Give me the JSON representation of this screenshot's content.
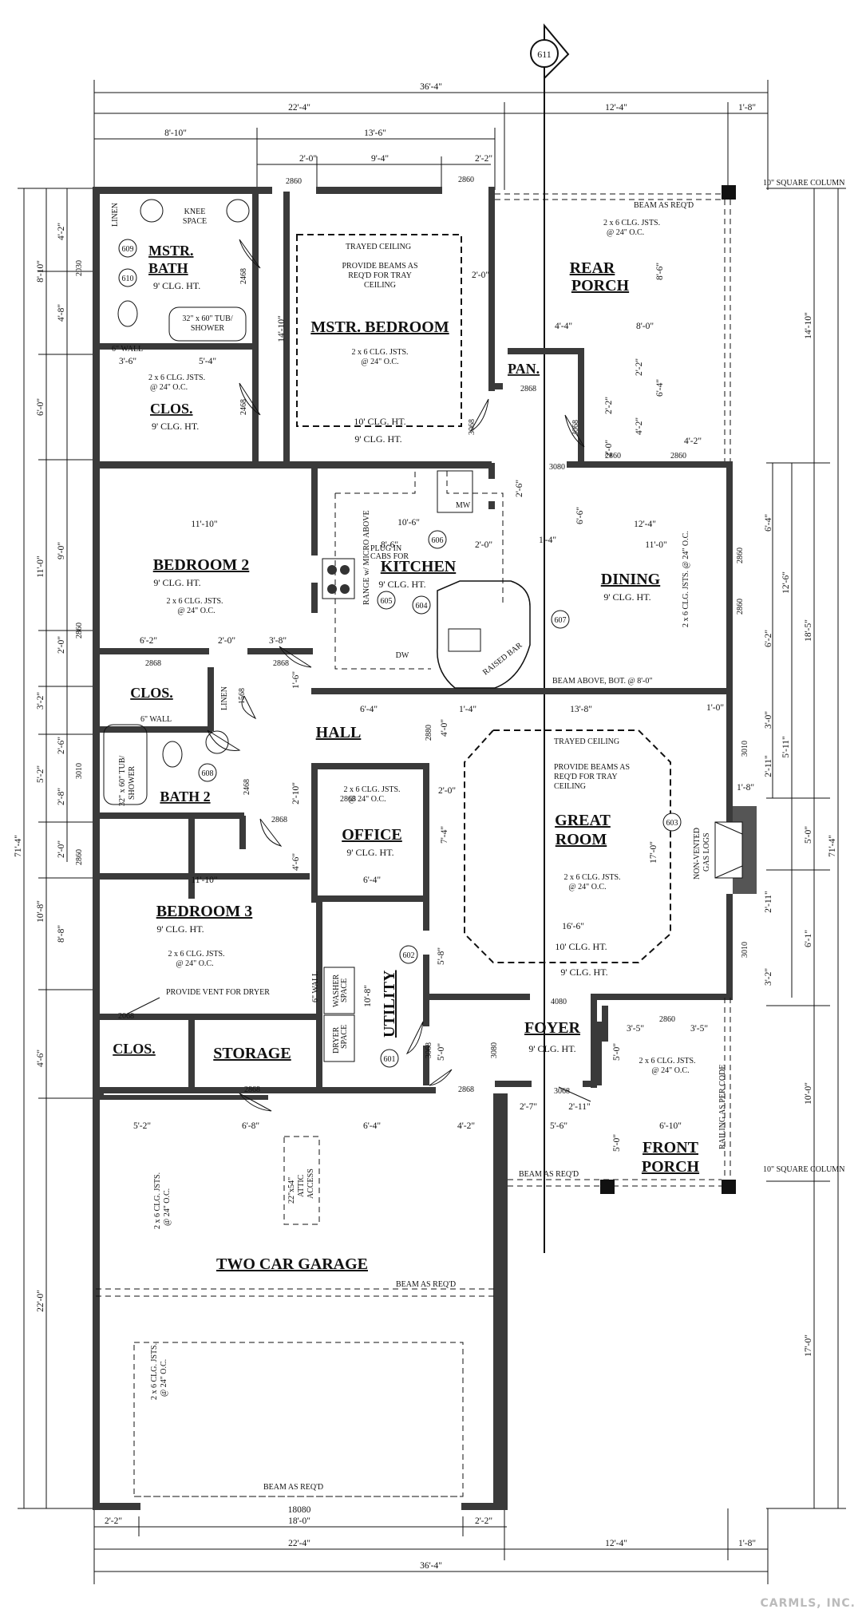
{
  "sheet": {
    "north_marker": "611",
    "watermark": "CARMLS, INC."
  },
  "column_notes": {
    "top": "10\" SQUARE COLUMN",
    "bottom": "10\" SQUARE COLUMN"
  },
  "dimensions": {
    "top_overall": "36'-4\"",
    "top_row2": [
      "22'-4\"",
      "12'-4\"",
      "1'-8\""
    ],
    "top_row3": [
      "8'-10\"",
      "13'-6\""
    ],
    "top_row4": [
      "2'-0\"",
      "9'-4\"",
      "2'-2\""
    ],
    "bottom_overall": "36'-4\"",
    "bottom_row2": [
      "22'-4\"",
      "12'-4\"",
      "1'-8\""
    ],
    "bottom_row1": [
      "2'-2\"",
      "18'-0\"",
      "2'-2\""
    ],
    "bottom_door": "18080",
    "left_overall": "71'-4\"",
    "left_outer": [
      "8'-10\"",
      "6'-0\"",
      "11'-0\"",
      "3'-2\"",
      "5'-2\"",
      "10'-8\"",
      "4'-6\"",
      "22'-0\""
    ],
    "left_inner": [
      "4'-2\"",
      "4'-8\"",
      "9'-0\"",
      "2'-0\"",
      "2'-6\"",
      "2'-8\"",
      "2'-0\"",
      "8'-8\""
    ],
    "right_overall": "71'-4\"",
    "right_outer": [
      "14'-10\"",
      "18'-5\"",
      "5'-0\"",
      "6'-1\"",
      "10'-0\"",
      "17'-0\""
    ],
    "right_inner": [
      "6'-4\"",
      "12'-6\"",
      "6'-2\"",
      "3'-0\"",
      "5'-11\"",
      "2'-11\"",
      "2'-11\"",
      "3'-2\""
    ],
    "interior": {
      "mbath_3_6": "3'-6\"",
      "mbath_5_4": "5'-4\"",
      "mbed_14_10": "14'-10\"",
      "mbed_2_0": "2'-0\"",
      "porch_8_6": "8'-6\"",
      "porch_4_4": "4'-4\"",
      "porch_8_0": "8'-0\"",
      "porch_2_2": "2'-2\"",
      "porch_6_4": "6'-4\"",
      "porch_2_2b": "2'-2\"",
      "porch_4_2": "4'-2\"",
      "porch_2_0": "2'-0\"",
      "porch_4_2b": "4'-2\"",
      "bed2_11_10": "11'-10\"",
      "kit_10_6": "10'-6\"",
      "kit_2_6": "2'-6\"",
      "kit_6_6": "6'-6\"",
      "kit_8_6": "8'-6\"",
      "kit_2_0": "2'-0\"",
      "kit_1_4": "1'-4\"",
      "din_12_4": "12'-4\"",
      "din_11_0": "11'-0\"",
      "bed2_6_2": "6'-2\"",
      "bed2_2_0": "2'-0\"",
      "bed2_3_8": "3'-8\"",
      "hall_1_6": "1'-6\"",
      "hall_6_4": "6'-4\"",
      "hall_1_4": "1'-4\"",
      "hall_13_8": "13'-8\"",
      "hall_1_0": "1'-0\"",
      "hall_4_0": "4'-0\"",
      "hall_2_10": "2'-10\"",
      "hall_2_0": "2'-0\"",
      "office_4_6": "4'-6\"",
      "office_7_4": "7'-4\"",
      "office_6_4": "6'-4\"",
      "gr_17_0": "17'-0\"",
      "gr_16_6": "16'-6\"",
      "gr_1_8": "1'-8\"",
      "bed3_11_10": "11'-10\"",
      "util_10_8": "10'-8\"",
      "util_5_8": "5'-8\"",
      "foy_5_0": "5'-0\"",
      "foy_3_5a": "3'-5\"",
      "foy_3_5b": "3'-5\"",
      "foy_5_0b": "5'-0\"",
      "foy_2_7": "2'-7\"",
      "foy_2_11": "2'-11\"",
      "foy_5_6": "5'-6\"",
      "foy_6_10": "6'-10\"",
      "fp_5_0": "5'-0\"",
      "gar_5_2": "5'-2\"",
      "gar_6_8": "6'-8\"",
      "gar_6_4": "6'-4\"",
      "gar_4_2": "4'-2\""
    }
  },
  "door_tags": {
    "d2860_top_a": "2860",
    "d2860_top_b": "2860",
    "d2030": "2030",
    "d2468_mbath": "2468",
    "d2468_clos": "2468",
    "d2868_pan": "2868",
    "d3068_pan": "3068",
    "d3068_porch": "3068",
    "d3080_porch": "3080",
    "d2860_porch_a": "2860",
    "d2860_porch_b": "2860",
    "d2860_left_a": "2860",
    "d2860_din_a": "2860",
    "d2860_din_b": "2860",
    "d2868_bed2": "2868",
    "d2868_hall": "2868",
    "d1568": "1568",
    "d2880": "2880",
    "d3010_l": "3010",
    "d2468_bath2": "2468",
    "d2868_bath2": "2868",
    "d2868_office": "2868",
    "d3010_r": "3010",
    "d3010_r2": "3010",
    "d2860_left_b": "2860",
    "d4080": "4080",
    "d2860_foyer": "2860",
    "d2068": "2068",
    "d3068_util": "3068",
    "d3080_foy": "3080",
    "d2868_gar": "2868",
    "d2868_util": "2868",
    "d3068_front": "3068"
  },
  "rooms": {
    "mstr_bath": {
      "title": "MSTR.",
      "title2": "BATH",
      "ceiling": "9' CLG. HT."
    },
    "linen_top": "LINEN",
    "knee_space": [
      "KNEE",
      "SPACE"
    ],
    "tub_top": [
      "32\" x 60\" TUB/",
      "SHOWER"
    ],
    "wall_6_top": "6\" WALL",
    "mstr_clos": {
      "title": "CLOS.",
      "ceiling": "9' CLG. HT.",
      "joists": [
        "2 x 6 CLG. JSTS.",
        "@ 24\" O.C."
      ]
    },
    "mstr_bed": {
      "title": "MSTR. BEDROOM",
      "ceiling_a": "10' CLG. HT.",
      "ceiling_b": "9' CLG. HT.",
      "joists": [
        "2 x 6 CLG. JSTS.",
        "@ 24\" O.C."
      ],
      "tray": [
        "TRAYED CEILING",
        "PROVIDE BEAMS AS",
        "REQ'D FOR TRAY",
        "CEILING"
      ]
    },
    "rear_porch": {
      "title": "REAR",
      "title2": "PORCH",
      "beam": "BEAM AS REQ'D",
      "joists": [
        "2 x 6 CLG. JSTS.",
        "@ 24\" O.C."
      ]
    },
    "pantry": "PAN.",
    "bedroom2": {
      "title": "BEDROOM 2",
      "ceiling": "9' CLG. HT.",
      "joists": [
        "2 x 6 CLG. JSTS.",
        "@ 24\" O.C."
      ]
    },
    "kitchen": {
      "title": "KITCHEN",
      "ceiling": "9' CLG. HT.",
      "range": "RANGE w/ MICRO ABOVE",
      "plug": [
        "PLUG IN",
        "CABS FOR"
      ],
      "raised_bar": "RAISED BAR",
      "dw": "DW",
      "mw": "MW"
    },
    "dining": {
      "title": "DINING",
      "ceiling": "9' CLG. HT.",
      "joists": "2 x 6 CLG. JSTS. @ 24\" O.C.",
      "beam": "BEAM ABOVE, BOT. @ 8'-0\""
    },
    "clos_b2": "CLOS.",
    "linen_hall": "LINEN",
    "hall": "HALL",
    "bath2": {
      "title": "BATH 2",
      "tub": [
        "32\" x 60\" TUB/",
        "SHOWER"
      ],
      "wall": "6\" WALL"
    },
    "office": {
      "title": "OFFICE",
      "ceiling": "9' CLG. HT.",
      "joists": [
        "2 x 6 CLG. JSTS.",
        "@ 24\" O.C."
      ]
    },
    "great_room": {
      "title": "GREAT",
      "title2": "ROOM",
      "ceiling_a": "10' CLG. HT.",
      "ceiling_b": "9' CLG. HT.",
      "joists": [
        "2 x 6 CLG. JSTS.",
        "@ 24\" O.C."
      ],
      "tray": [
        "TRAYED CEILING",
        "PROVIDE BEAMS AS",
        "REQ'D FOR TRAY",
        "CEILING"
      ],
      "gas_logs": [
        "NON-VENTED",
        "GAS LOGS"
      ]
    },
    "bedroom3": {
      "title": "BEDROOM 3",
      "ceiling": "9' CLG. HT.",
      "joists": [
        "2 x 6 CLG. JSTS.",
        "@ 24\" O.C."
      ],
      "vent": "PROVIDE VENT FOR DRYER"
    },
    "utility": {
      "title": "UTILITY",
      "washer": [
        "WASHER",
        "SPACE"
      ],
      "dryer": [
        "DRYER",
        "SPACE"
      ],
      "wall": "6\" WALL"
    },
    "clos_b3": "CLOS.",
    "storage": "STORAGE",
    "foyer": {
      "title": "FOYER",
      "ceiling": "9' CLG. HT."
    },
    "front_porch": {
      "title": "FRONT",
      "title2": "PORCH",
      "joists": [
        "2 x 6 CLG. JSTS.",
        "@ 24\" O.C."
      ],
      "railing": "RAILING AS PER CODE",
      "beam": "BEAM AS REQ'D"
    },
    "garage": {
      "title": "TWO CAR GARAGE",
      "beam_mid": "BEAM AS REQ'D",
      "beam_bot": "BEAM AS REQ'D",
      "attic": [
        "22\"x54\"",
        "ATTIC",
        "ACCESS"
      ],
      "joists_a": [
        "2 x 6 CLG. JSTS.",
        "@ 24\" O.C."
      ],
      "joists_b": [
        "2 x 6 CLG. JSTS.",
        "@ 24\" O.C."
      ]
    }
  },
  "fixture_tags": [
    "609",
    "610",
    "606",
    "605",
    "604",
    "607",
    "608",
    "603",
    "602",
    "601"
  ]
}
